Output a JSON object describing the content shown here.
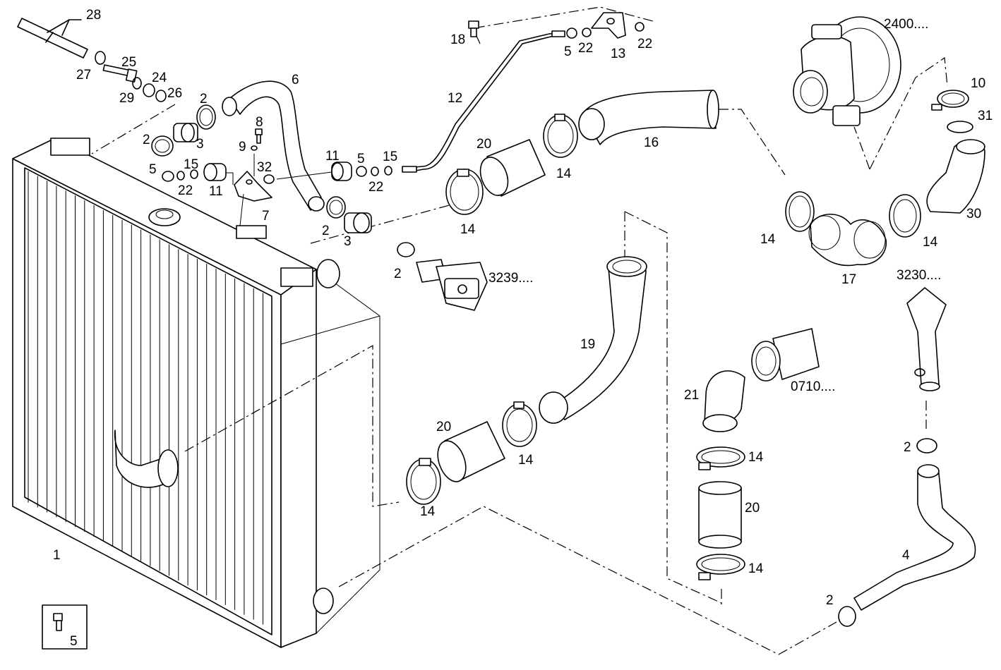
{
  "callouts": {
    "c1": "1",
    "c2a": "2",
    "c2b": "2",
    "c2c": "2",
    "c2d": "2",
    "c2e": "2",
    "c2f": "2",
    "c3a": "3",
    "c3b": "3",
    "c4": "4",
    "c5a": "5",
    "c5b": "5",
    "c5c": "5",
    "c5d": "5",
    "c6": "6",
    "c7": "7",
    "c8": "8",
    "c9": "9",
    "c10": "10",
    "c11a": "11",
    "c11b": "11",
    "c12": "12",
    "c13": "13",
    "c14a": "14",
    "c14b": "14",
    "c14c": "14",
    "c14d": "14",
    "c14e": "14",
    "c14f": "14",
    "c14g": "14",
    "c14h": "14",
    "c15a": "15",
    "c15b": "15",
    "c16": "16",
    "c17": "17",
    "c18": "18",
    "c19": "19",
    "c20a": "20",
    "c20b": "20",
    "c20c": "20",
    "c21": "21",
    "c22a": "22",
    "c22b": "22",
    "c22c": "22",
    "c22d": "22",
    "c24": "24",
    "c25": "25",
    "c26": "26",
    "c27": "27",
    "c28": "28",
    "c29": "29",
    "c30": "30",
    "c31": "31",
    "c32": "32",
    "c2400": "2400....",
    "c3239": "3239....",
    "c3230": "3230....",
    "c0710": "0710...."
  },
  "colors": {
    "line": "#000000",
    "background": "#ffffff"
  }
}
